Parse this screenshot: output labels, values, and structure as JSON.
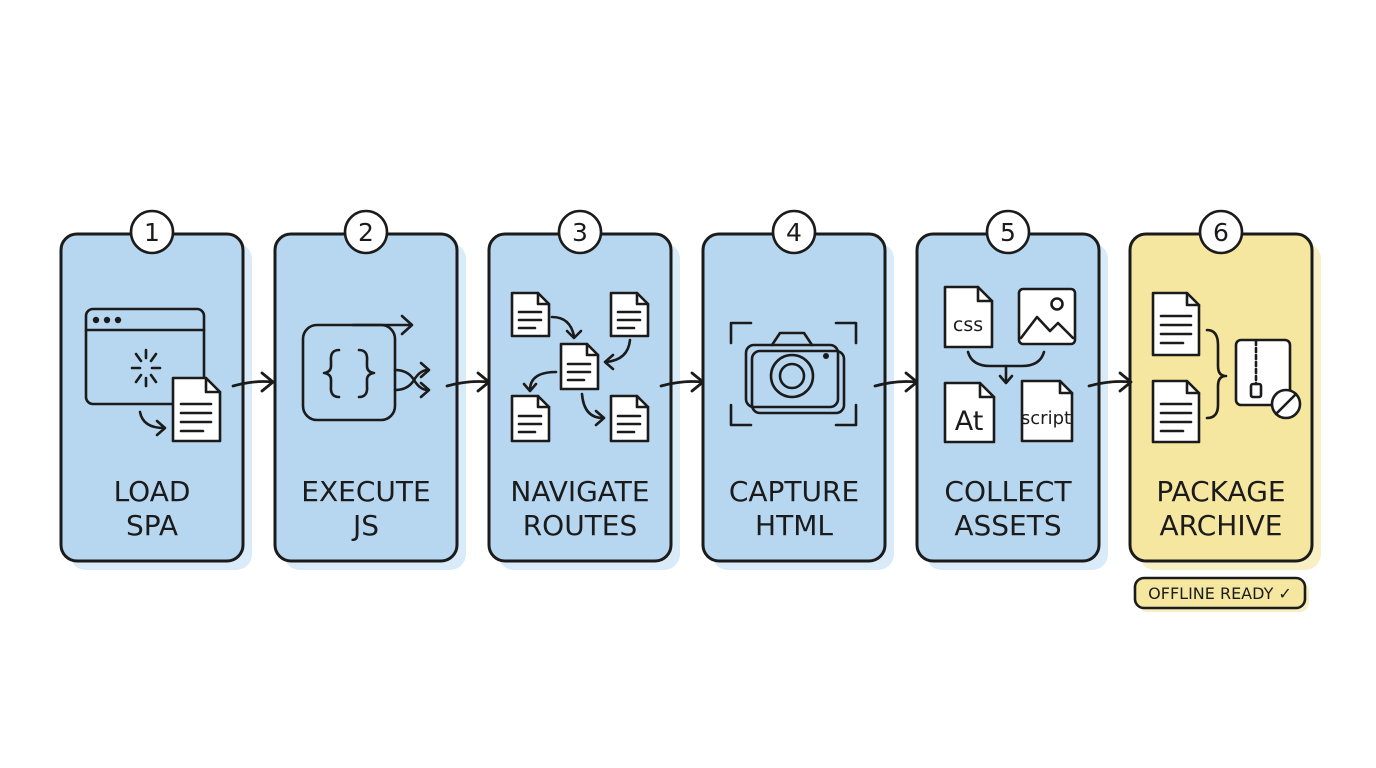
{
  "colors": {
    "card_blue": "#b7d7f0",
    "card_yellow": "#f6e7a0",
    "card_yellow_shadow": "#f8efc4",
    "outline": "#1b1b1b"
  },
  "steps": [
    {
      "number": "1",
      "line1": "LOAD",
      "line2": "SPA",
      "icon": "browser-loading-icon"
    },
    {
      "number": "2",
      "line1": "EXECUTE",
      "line2": "JS",
      "icon": "code-braces-icon"
    },
    {
      "number": "3",
      "line1": "NAVIGATE",
      "line2": "ROUTES",
      "icon": "route-documents-icon"
    },
    {
      "number": "4",
      "line1": "CAPTURE",
      "line2": "HTML",
      "icon": "camera-icon"
    },
    {
      "number": "5",
      "line1": "COLLECT",
      "line2": "ASSETS",
      "icon": "assets-icon"
    },
    {
      "number": "6",
      "line1": "PACKAGE",
      "line2": "ARCHIVE",
      "icon": "zip-archive-icon"
    }
  ],
  "icon_labels": {
    "css": "css",
    "font": "At",
    "script": "script"
  },
  "badge": {
    "label": "OFFLINE READY ✓"
  }
}
